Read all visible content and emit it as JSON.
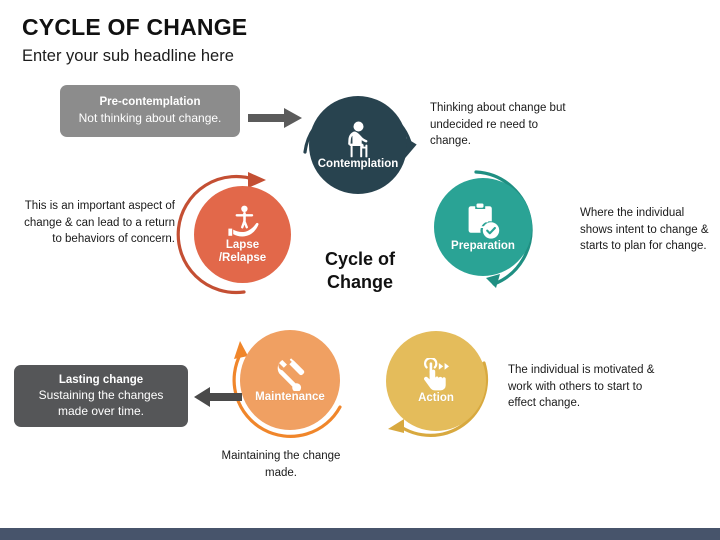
{
  "slide": {
    "title": "CYCLE OF CHANGE",
    "subtitle": "Enter your sub headline here",
    "center_line1": "Cycle of",
    "center_line2": "Change",
    "accent_bar_color": "#47546b",
    "background_color": "#ffffff"
  },
  "boxes": {
    "pre_contemplation": {
      "title": "Pre-contemplation",
      "subtitle": "Not thinking about change.",
      "color": "#8c8c8c"
    },
    "lasting_change": {
      "title": "Lasting change",
      "subtitle": "Sustaining the changes made over time.",
      "subtitle_line1": "Sustaining the changes",
      "subtitle_line2": "made over time.",
      "color": "#555658"
    }
  },
  "stages": [
    {
      "key": "contemplation",
      "label": "Contemplation",
      "label_line1": "Contemplation",
      "label_line2": "",
      "color": "#28434f",
      "icon": "person-thinking-icon",
      "caption": "Thinking about change but undecided re need to change."
    },
    {
      "key": "preparation",
      "label": "Preparation",
      "label_line1": "Preparation",
      "label_line2": "",
      "color": "#2aa395",
      "icon": "clipboard-checklist-icon",
      "caption": "Where the individual shows intent to change & starts to plan for change."
    },
    {
      "key": "action",
      "label": "Action",
      "label_line1": "Action",
      "label_line2": "",
      "color": "#e4bc5b",
      "icon": "hand-click-icon",
      "caption": "The individual is motivated & work with others to start to effect change."
    },
    {
      "key": "maintenance",
      "label": "Maintenance",
      "label_line1": "Maintenance",
      "label_line2": "",
      "color": "#f0a062",
      "icon": "wrench-screwdriver-icon",
      "caption": "Maintaining the change made."
    },
    {
      "key": "lapse",
      "label": "Lapse /Relapse",
      "label_line1": "Lapse",
      "label_line2": "/Relapse",
      "color": "#e2684a",
      "icon": "person-on-hand-icon",
      "caption": "This is an important aspect of change & can lead to a return to behaviors of concern."
    }
  ],
  "connectors": {
    "pre_to_contemplation_color": "#5b5b5b",
    "maintenance_to_lasting_color": "#4a4a4a"
  }
}
